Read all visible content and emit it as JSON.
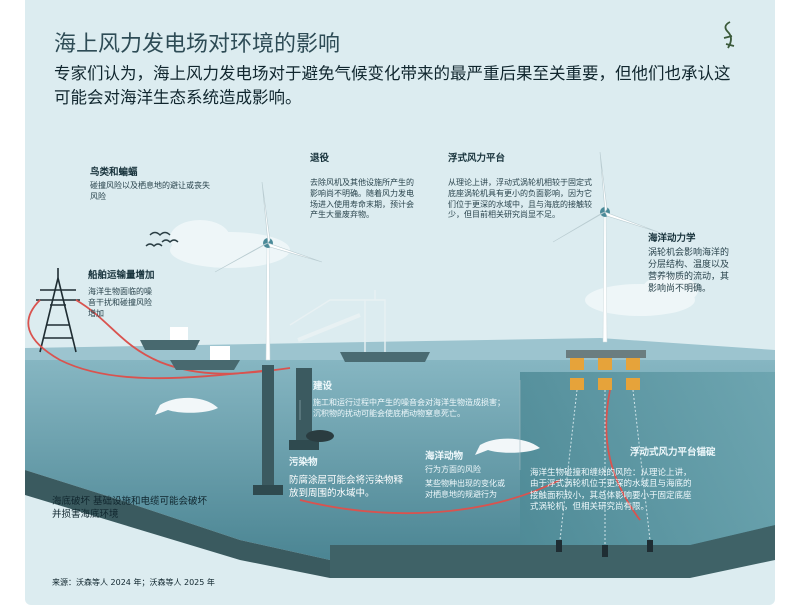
{
  "header": {
    "title": "海上风力发电场对环境的影响",
    "subtitle": "专家们认为，海上风力发电场对于避免气候变化带来的最严重后果至关重要，但他们也承认这可能会对海洋生态系统造成影响。"
  },
  "labels": {
    "birds_title": "鸟类和蝙蝠",
    "birds_body": "碰撞风险以及栖息地的避让或丧失\n风险",
    "decom_title": "退役",
    "decom_body": "去除风机及其他设施所产生的\n影响尚不明确。随着风力发电\n场进入使用寿命末期，预计会\n产生大量废弃物。",
    "floating_title": "浮式风力平台",
    "floating_body": "从理论上讲，浮动式涡轮机相较于固定式\n底座涡轮机具有更小的负面影响，因为它\n们位于更深的水域中，且与海底的接触较\n少，但目前相关研究尚显不足。",
    "ocean_title": "海洋动力学",
    "ocean_body": "涡轮机会影响海洋的\n分层结构、温度以及\n营养物质的流动，其\n影响尚不明确。",
    "ship_title": "船舶运输量增加",
    "ship_body": "海洋生物面临的噪\n音干扰和碰撞风险\n增加",
    "construction_title": "建设",
    "construction_body": "施工和运行过程中产生的噪音会对海洋生物造成损害；\n沉积物的扰动可能会使底栖动物窒息死亡。",
    "pollution_title": "污染物",
    "pollution_body": "防腐涂层可能会将污染物释\n放到周围的水域中。",
    "marine_title": "海洋动物",
    "marine_body_a": "行为方面的风险",
    "marine_body_b": "某些物种出现的变化或\n对栖息地的规避行为",
    "anchor_title": "浮动式风力平台锚碇",
    "anchor_body": "海洋生物碰撞和缠绕的风险：从理论上讲，\n由于浮式涡轮机位于更深的水域且与海底的\n接触面积较小，其总体影响要小于固定底座\n式涡轮机，但相关研究尚有限。",
    "seabed_body": "海底破坏 基础设施和电缆可能会破坏\n并损害海底环境"
  },
  "source": "来源：沃森等人 2024 年；沃森等人 2025 年",
  "colors": {
    "background": "#dcecf0",
    "sea_surface": "#8db8c5",
    "water_body": "#5f97a4",
    "seabed": "#3c5f64",
    "float_yellow": "#e6a33a",
    "cable_red": "#d9534f",
    "text_dark": "#10262e"
  },
  "icons": [
    "lizard-logo-icon",
    "bird-flock-icon",
    "whale-icon",
    "wind-turbine-icon",
    "pylon-icon",
    "ship-icon",
    "crane-icon"
  ]
}
